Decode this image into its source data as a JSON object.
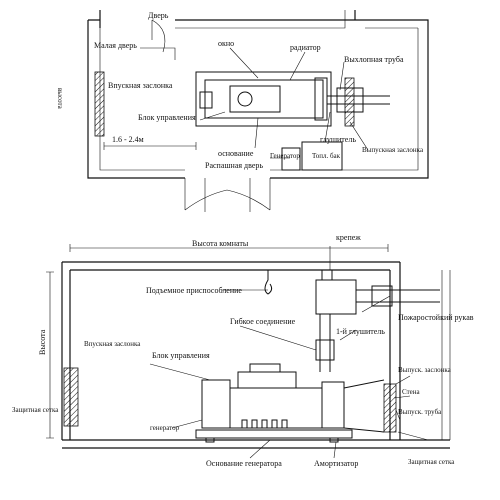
{
  "top_plan": {
    "door": "Дверь",
    "small_door": "Малая дверь",
    "window": "окно",
    "radiator": "радиатор",
    "exhaust_pipe": "Выхлопная труба",
    "height_side": "высота",
    "intake_louver": "Впускная заслонка",
    "control_unit": "Блок управления",
    "clearance": "1.6 - 2.4м",
    "base": "основание",
    "muffler": "глушитель",
    "double_door": "Распашная дверь",
    "generator": "Генератор",
    "fuel_tank": "Топл. бак",
    "outlet_louver": "Выпускная заслонка"
  },
  "side_view": {
    "room_height": "Высота комнаты",
    "mounting": "крепеж",
    "lifting_device": "Подъемное приспособление",
    "fire_sleeve": "Пожаростойкий рукав",
    "height": "Высота",
    "flexible_joint": "Гибкое соединение",
    "first_muffler": "1-й глушитель",
    "intake_louver": "Впускная заслонка",
    "control_unit": "Блок управления",
    "protective_grid_left": "Защитная сетка",
    "generator": "генератор",
    "outlet_louver": "Выпуск. заслонка",
    "wall": "Стена",
    "exhaust_pipe": "Выпуск. труба",
    "protective_grid_right": "Защитная сетка",
    "generator_base": "Основание генератора",
    "shock_absorber": "Амортизатор"
  }
}
